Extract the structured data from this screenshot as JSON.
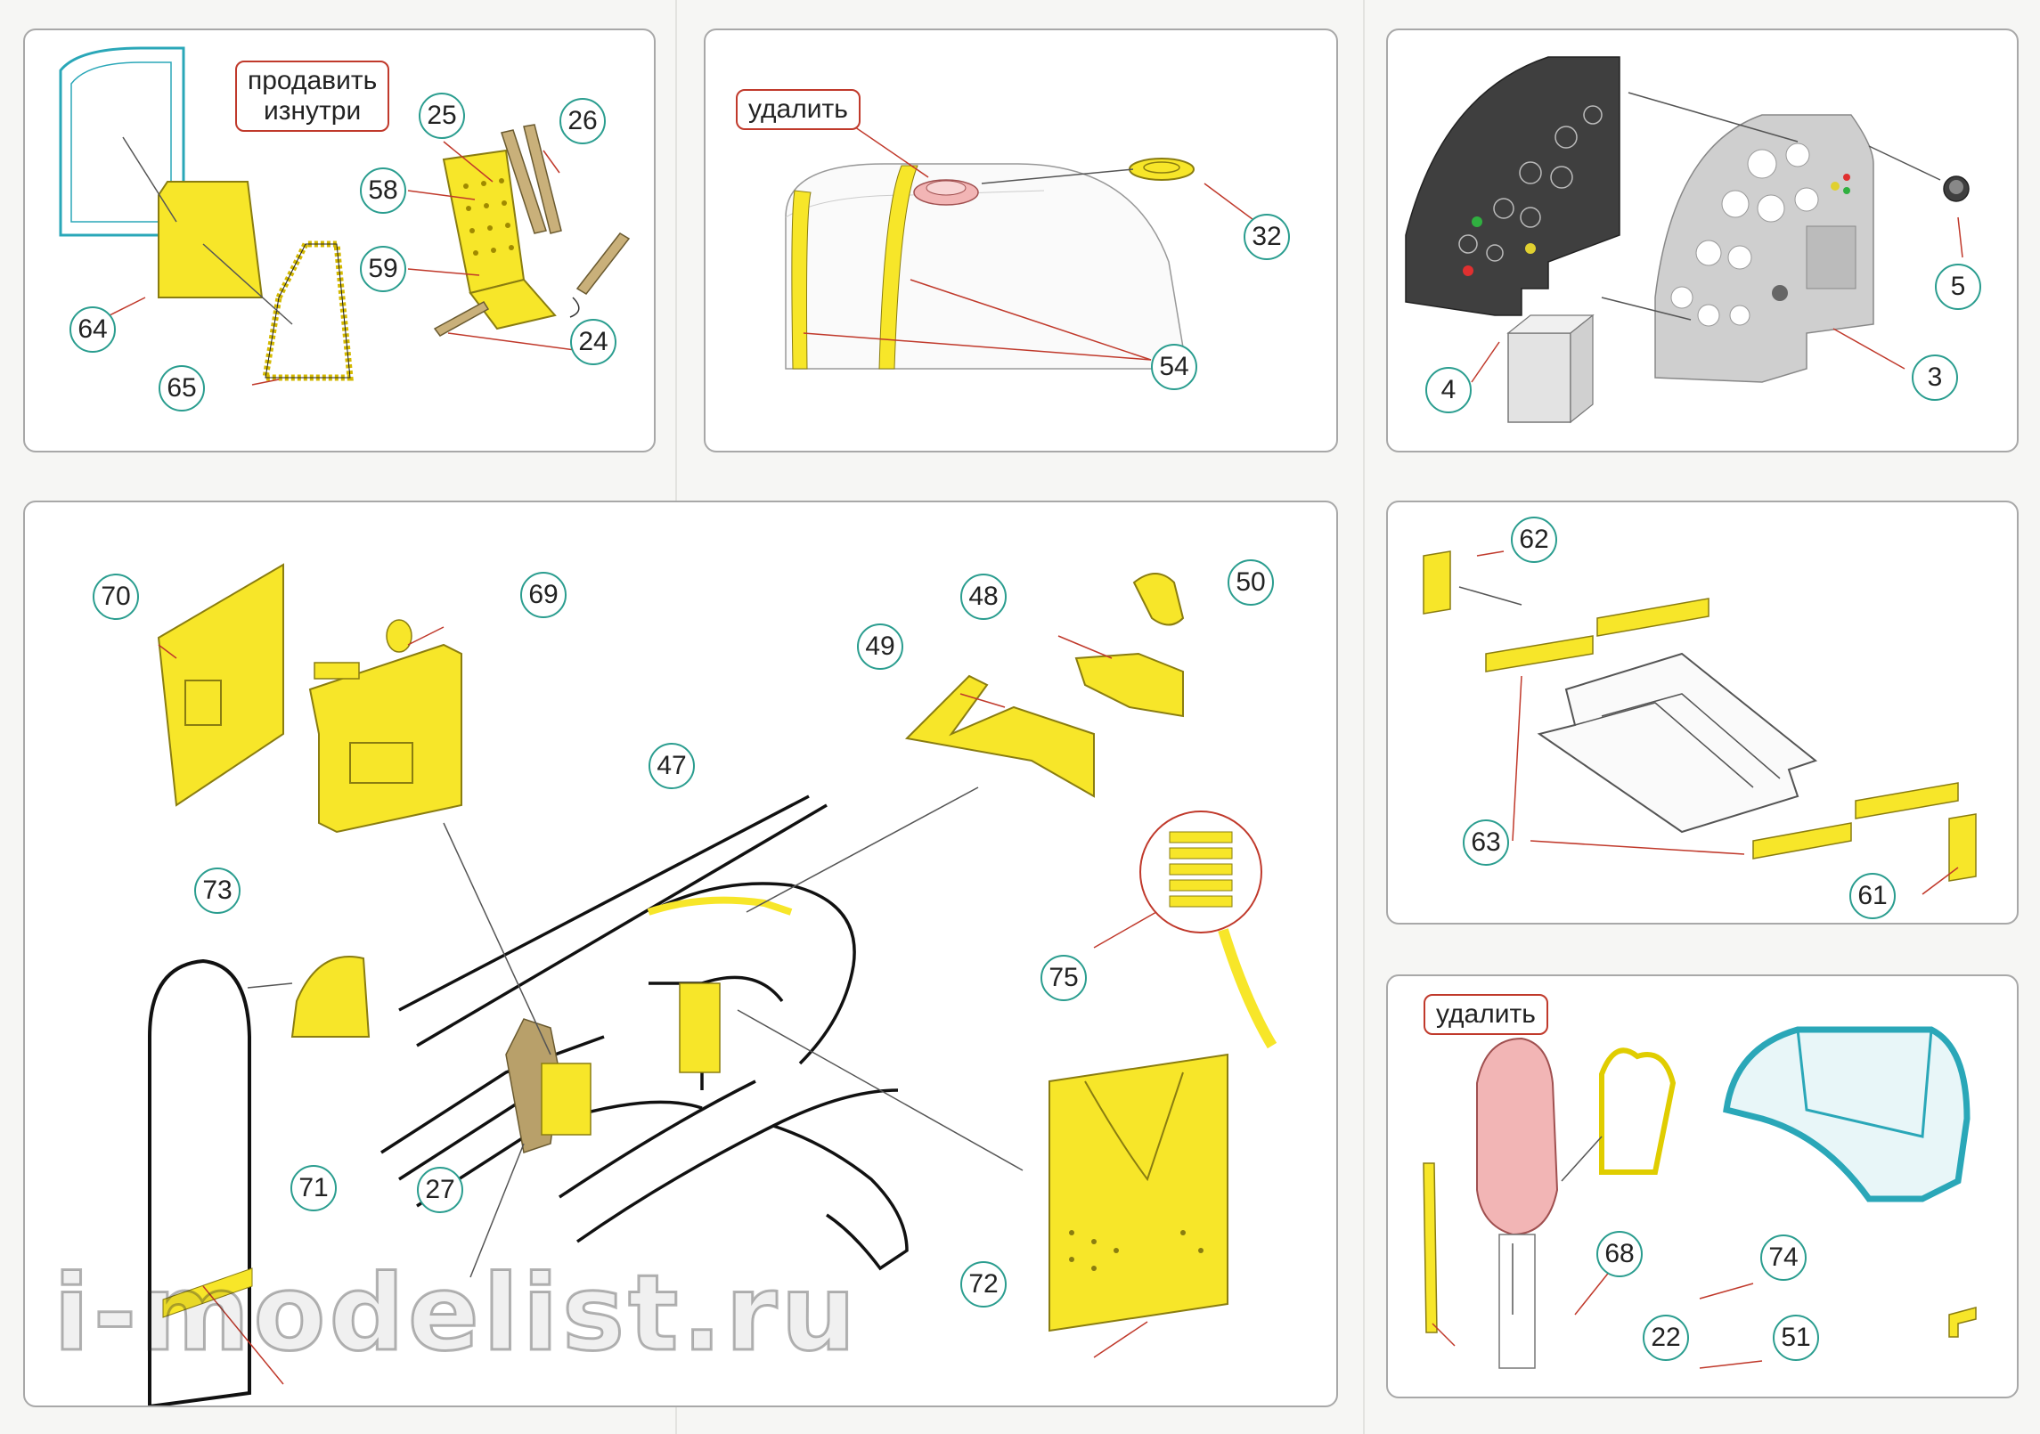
{
  "colors": {
    "part_fill": "#f7e629",
    "part_stroke": "#8a7d10",
    "callout_border": "#c0392b",
    "number_ring": "#2a9d8f",
    "panel_border": "#a8a8a8",
    "canopy_frame": "#2aa7b8",
    "instrument_dark": "#3f3f3f",
    "instrument_light": "#cfcfcf",
    "seat_pink": "#f2b5b5"
  },
  "panels": {
    "seat": {
      "callout": "продавить\nизнутри",
      "labels": [
        "25",
        "26",
        "58",
        "59",
        "24",
        "64",
        "65"
      ]
    },
    "coaming": {
      "callout": "удалить",
      "labels": [
        "32",
        "54"
      ]
    },
    "instrument_panel": {
      "labels": [
        "5",
        "4",
        "3"
      ]
    },
    "cockpit": {
      "labels": [
        "70",
        "69",
        "48",
        "50",
        "49",
        "47",
        "73",
        "75",
        "71",
        "27",
        "72"
      ]
    },
    "floor": {
      "labels": [
        "62",
        "63",
        "61"
      ]
    },
    "canopy": {
      "callout": "удалить",
      "labels": [
        "68",
        "74",
        "22",
        "51"
      ]
    }
  },
  "watermark": "i-modelist.ru"
}
